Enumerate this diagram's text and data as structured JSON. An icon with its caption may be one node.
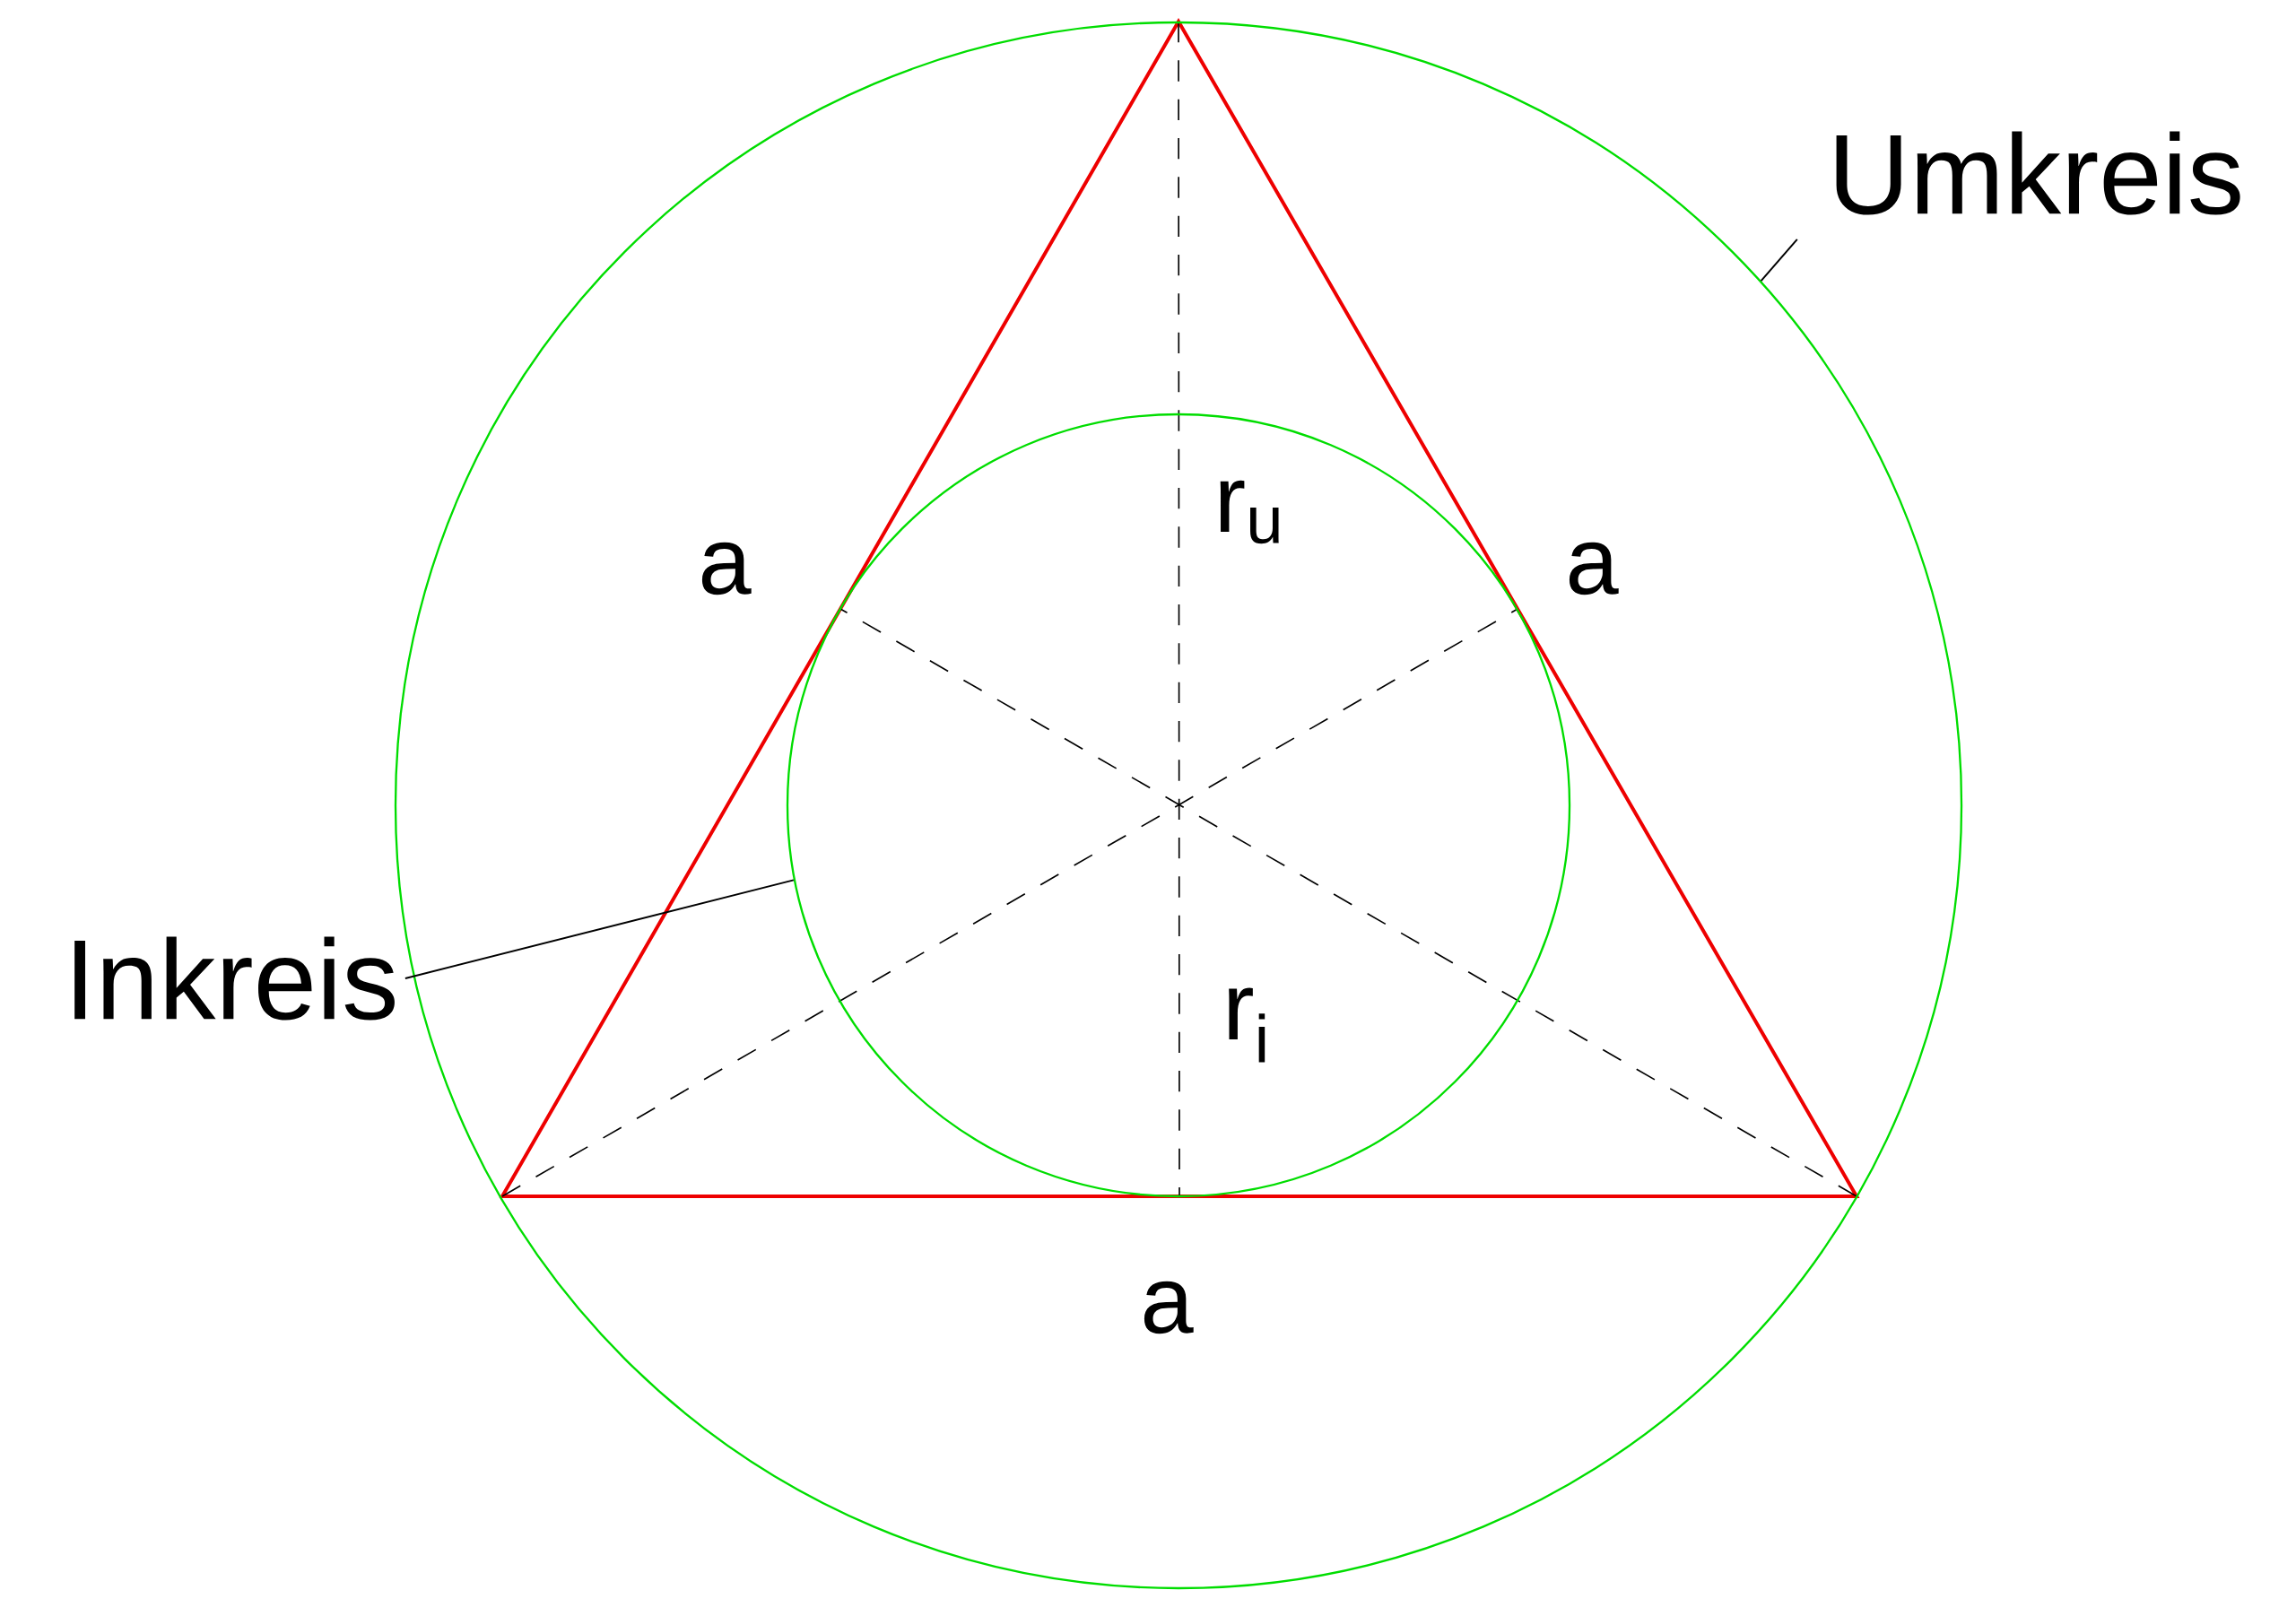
{
  "diagram": {
    "nodes": [
      {
        "text": [
          "Umkreis"
        ]
      },
      {
        "text": [
          "Inkreis"
        ]
      },
      {
        "text": [],
        "shape": "circle"
      },
      {
        "text": [],
        "shape": "circle",
        "in": 2
      }
    ],
    "edges": [
      {
        "from": 0,
        "to": 2,
        "arrow": "none"
      },
      {
        "from": 1,
        "to": 3,
        "arrow": "none"
      }
    ],
    "labels": [
      "r$_{u}$",
      "a",
      "a",
      "r$_{i}$",
      "a"
    ]
  }
}
